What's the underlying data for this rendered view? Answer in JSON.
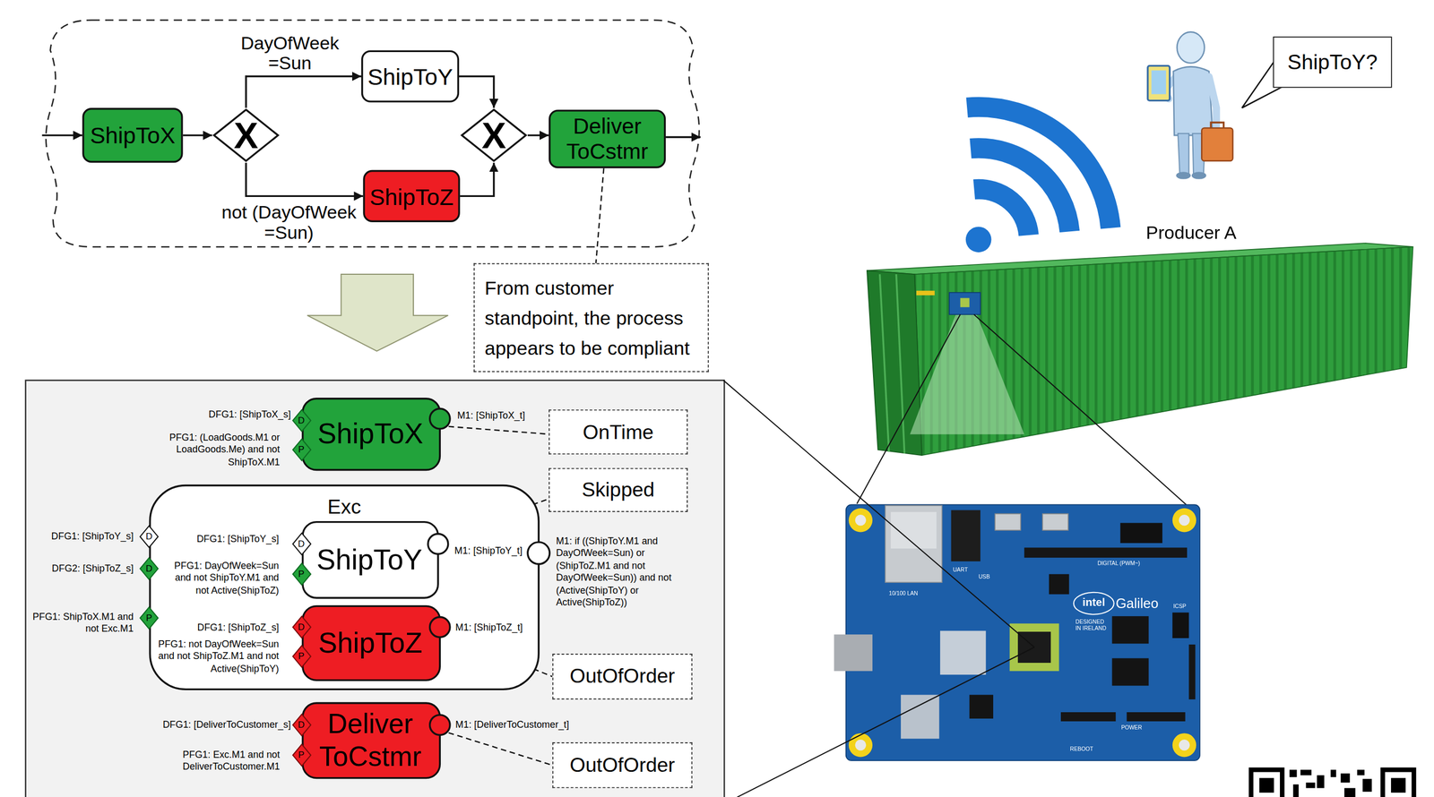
{
  "diagram": {
    "nodes": [
      {
        "text": [
          "ShipToX"
        ]
      },
      {
        "text": [
          "X"
        ]
      },
      {
        "text": [
          "ShipToY"
        ]
      },
      {
        "text": [
          "ShipToZ"
        ]
      },
      {
        "text": [
          "X"
        ]
      },
      {
        "text": [
          "Deliver ToCstmr"
        ]
      },
      {
        "text": [
          "From customer standpoint, the process appears to be compliant"
        ]
      },
      {
        "text": [
          "ShipToY?"
        ]
      },
      {
        "text": [
          "ShipToX"
        ]
      },
      {
        "text": [
          "D"
        ],
        "in": 8
      },
      {
        "text": [
          "P"
        ],
        "in": 8
      },
      {
        "text": [
          "OnTime"
        ]
      },
      {
        "text": [
          "Skipped"
        ]
      },
      {
        "text": [
          "Exc"
        ]
      },
      {
        "text": [
          "D"
        ],
        "in": 13
      },
      {
        "text": [
          "D"
        ],
        "in": 13
      },
      {
        "text": [
          "P"
        ],
        "in": 13
      },
      {
        "text": [
          "ShipToY"
        ],
        "in": 13
      },
      {
        "text": [
          "D"
        ],
        "in": 17
      },
      {
        "text": [
          "P"
        ],
        "in": 17
      },
      {
        "text": [
          "ShipToZ"
        ],
        "in": 13
      },
      {
        "text": [
          "D"
        ],
        "in": 20
      },
      {
        "text": [
          "P"
        ],
        "in": 20
      },
      {
        "text": [
          "OutOfOrder"
        ]
      },
      {
        "text": [
          "Deliver ToCstmr"
        ]
      },
      {
        "text": [
          "D"
        ],
        "in": 24
      },
      {
        "text": [
          "P"
        ],
        "in": 24
      },
      {
        "text": [
          "OutOfOrder"
        ]
      }
    ],
    "edges": [
      {
        "from": 0,
        "to": 1,
        "arrow": "to"
      },
      {
        "from": 1,
        "to": 2,
        "label": "DayOfWeek =Sun",
        "arrow": "to"
      },
      {
        "from": 1,
        "to": 3,
        "label": "not (DayOfWeek =Sun)",
        "arrow": "to"
      },
      {
        "from": 2,
        "to": 4,
        "arrow": "to"
      },
      {
        "from": 3,
        "to": 4,
        "arrow": "to"
      },
      {
        "from": 4,
        "to": 5,
        "arrow": "to"
      },
      {
        "from": 5,
        "to": 6,
        "arrow": "none"
      },
      {
        "from": 8,
        "to": 11,
        "arrow": "none"
      },
      {
        "from": 17,
        "to": 12,
        "arrow": "none"
      },
      {
        "from": 20,
        "to": 23,
        "arrow": "none"
      },
      {
        "from": 24,
        "to": 27,
        "arrow": "none"
      }
    ],
    "labels": [
      "DFG1: [ShipToX_s]",
      "PFG1: (LoadGoods.M1 or LoadGoods.Me) and not ShipToX.M1",
      "M1: [ShipToX_t]",
      "DFG1: [ShipToY_s]",
      "DFG2: [ShipToZ_s]",
      "PFG1: ShipToX.M1 and not Exc.M1",
      "DFG1: [ShipToY_s]",
      "PFG1: DayOfWeek=Sun and not ShipToY.M1 and not Active(ShipToZ)",
      "M1: [ShipToY_t]",
      "M1: if ((ShipToY.M1 and DayOfWeek=Sun) or (ShipToZ.M1 and not DayOfWeek=Sun)) and not (Active(ShipToY) or Active(ShipToZ))",
      "DFG1: [ShipToZ_s]",
      "PFG1: not DayOfWeek=Sun and not ShipToZ.M1 and not Active(ShipToY)",
      "M1: [ShipToZ_t]",
      "DFG1: [DeliverToCustomer_s]",
      "PFG1: Exc.M1 and not DeliverToCustomer.M1",
      "M1: [DeliverToCustomer_t]",
      "Producer A",
      "intel",
      "Galileo",
      "DESIGNED IN IRELAND",
      "10/100 LAN",
      "UART",
      "USB",
      "DIGITAL (PWM~)",
      "ICSP",
      "POWER",
      "REBOOT"
    ]
  }
}
